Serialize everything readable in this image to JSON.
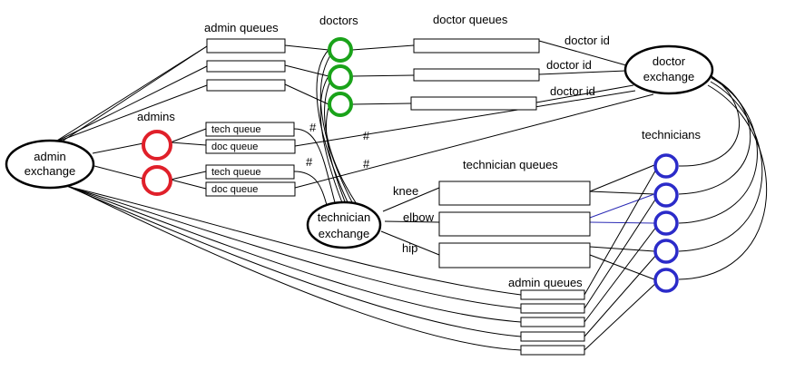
{
  "exchanges": {
    "admin": [
      "admin",
      "exchange"
    ],
    "doctor": [
      "doctor",
      "exchange"
    ],
    "technician": [
      "technician",
      "exchange"
    ]
  },
  "headings": {
    "admin_queues_top": "admin queues",
    "doctors": "doctors",
    "doctor_queues": "doctor queues",
    "admins": "admins",
    "technicians": "technicians",
    "technician_queues": "technician queues",
    "admin_queues_bottom": "admin queues"
  },
  "queues": {
    "tech_queue": "tech queue",
    "doc_queue": "doc queue"
  },
  "routing": {
    "doctor_id": "doctor id",
    "hash": "#",
    "knee": "knee",
    "elbow": "elbow",
    "hip": "hip"
  },
  "colors": {
    "admin_node": "#e0202a",
    "doctor_node": "#1aa31a",
    "technician_node": "#2b2bc9",
    "line": "#000000"
  }
}
